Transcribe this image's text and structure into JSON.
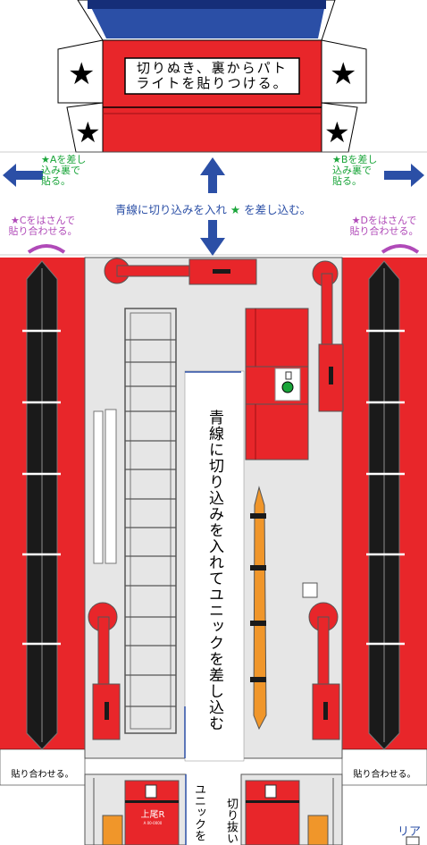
{
  "tab_note": {
    "line1": "切りぬき、裏からパト",
    "line2": "ライトを貼りつける。"
  },
  "star_glyph": "★",
  "center_instruction": {
    "before": "青線に切り込みを入れ",
    "star": "★",
    "after": "を差し込む。"
  },
  "left_insert": {
    "line1": "★Aを差し",
    "line2": "込み裏で",
    "line3": "貼る。"
  },
  "right_insert": {
    "line1": "★Bを差し",
    "line2": "込み裏で",
    "line3": "貼る。"
  },
  "left_sandwich": {
    "line1": "★Cをはさんで",
    "line2": "貼り合わせる。"
  },
  "right_sandwich": {
    "line1": "★Dをはさんで",
    "line2": "貼り合わせる。"
  },
  "vertical_main": "青線に切り込みを入れてユニックを差し込む",
  "glue_left": "貼り合わせる。",
  "glue_right": "貼り合わせる。",
  "bottom_vertical_1": "ユニックを",
  "bottom_vertical_2": "切り抜い",
  "plate": {
    "name": "上尾R",
    "number": "A 00-0000"
  },
  "rear_label": "リア",
  "colors": {
    "red": "#e8262a",
    "blue": "#2b4fa6",
    "orange": "#f0962a",
    "green": "#1aa53a",
    "purple": "#b04ab8",
    "light_gray": "#e6e6e6",
    "dark": "#1a1a1a"
  }
}
